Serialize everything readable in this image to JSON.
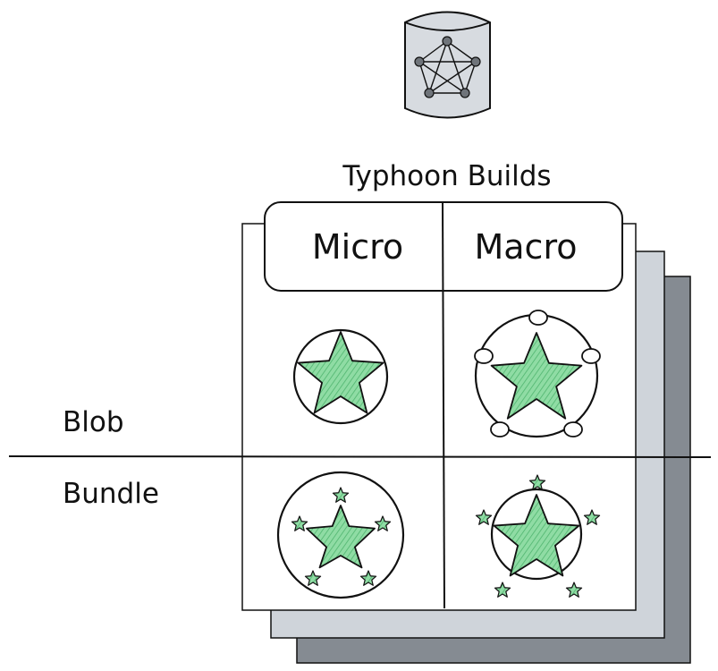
{
  "title": "Typhoon Builds",
  "columns": [
    {
      "label": "Micro"
    },
    {
      "label": "Macro"
    }
  ],
  "rows": [
    {
      "label": "Blob"
    },
    {
      "label": "Bundle"
    }
  ],
  "colors": {
    "stroke": "#111111",
    "star_fill": "#8fdca4",
    "hatch": "#4fb56f",
    "back_sheet_dark": "#858b92",
    "back_sheet_light": "#cfd4da",
    "database_fill": "#d7dbe0",
    "node_fill": "#6f747a"
  },
  "icons": {
    "top": "graph-database-icon"
  }
}
